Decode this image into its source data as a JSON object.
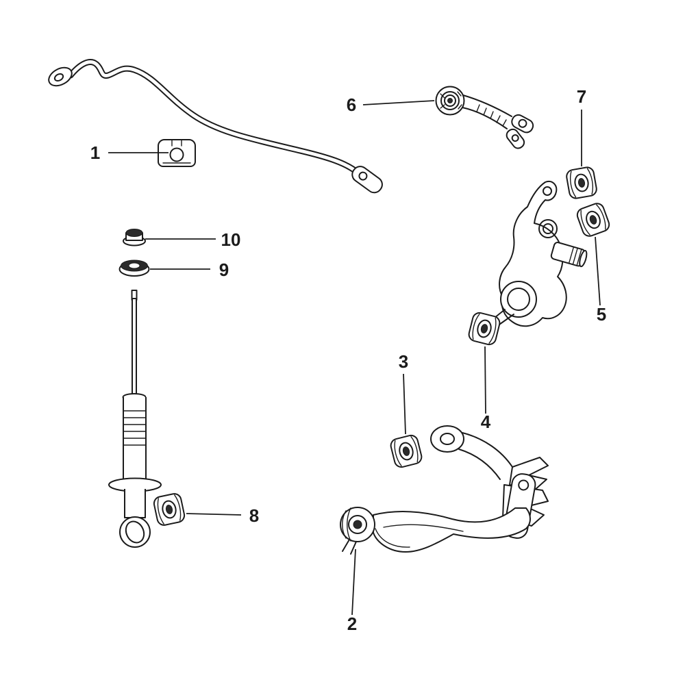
{
  "diagram": {
    "kind": "exploded-parts-diagram",
    "subject": "rear-suspension-assembly",
    "background_color": "#ffffff",
    "line_color": "#1b1b1b",
    "labels": [
      {
        "id": "1",
        "target": "stabilizer-bar-bushing"
      },
      {
        "id": "2",
        "target": "lower-trailing-arm"
      },
      {
        "id": "3",
        "target": "upper-link-bushing"
      },
      {
        "id": "4",
        "target": "knuckle-lower-bushing"
      },
      {
        "id": "5",
        "target": "knuckle-side-bushing"
      },
      {
        "id": "6",
        "target": "upper-lateral-arm"
      },
      {
        "id": "7",
        "target": "lateral-arm-bushing"
      },
      {
        "id": "8",
        "target": "shock-lower-bushing"
      },
      {
        "id": "9",
        "target": "shock-mount-grommet"
      },
      {
        "id": "10",
        "target": "shock-mount-nut"
      }
    ]
  }
}
